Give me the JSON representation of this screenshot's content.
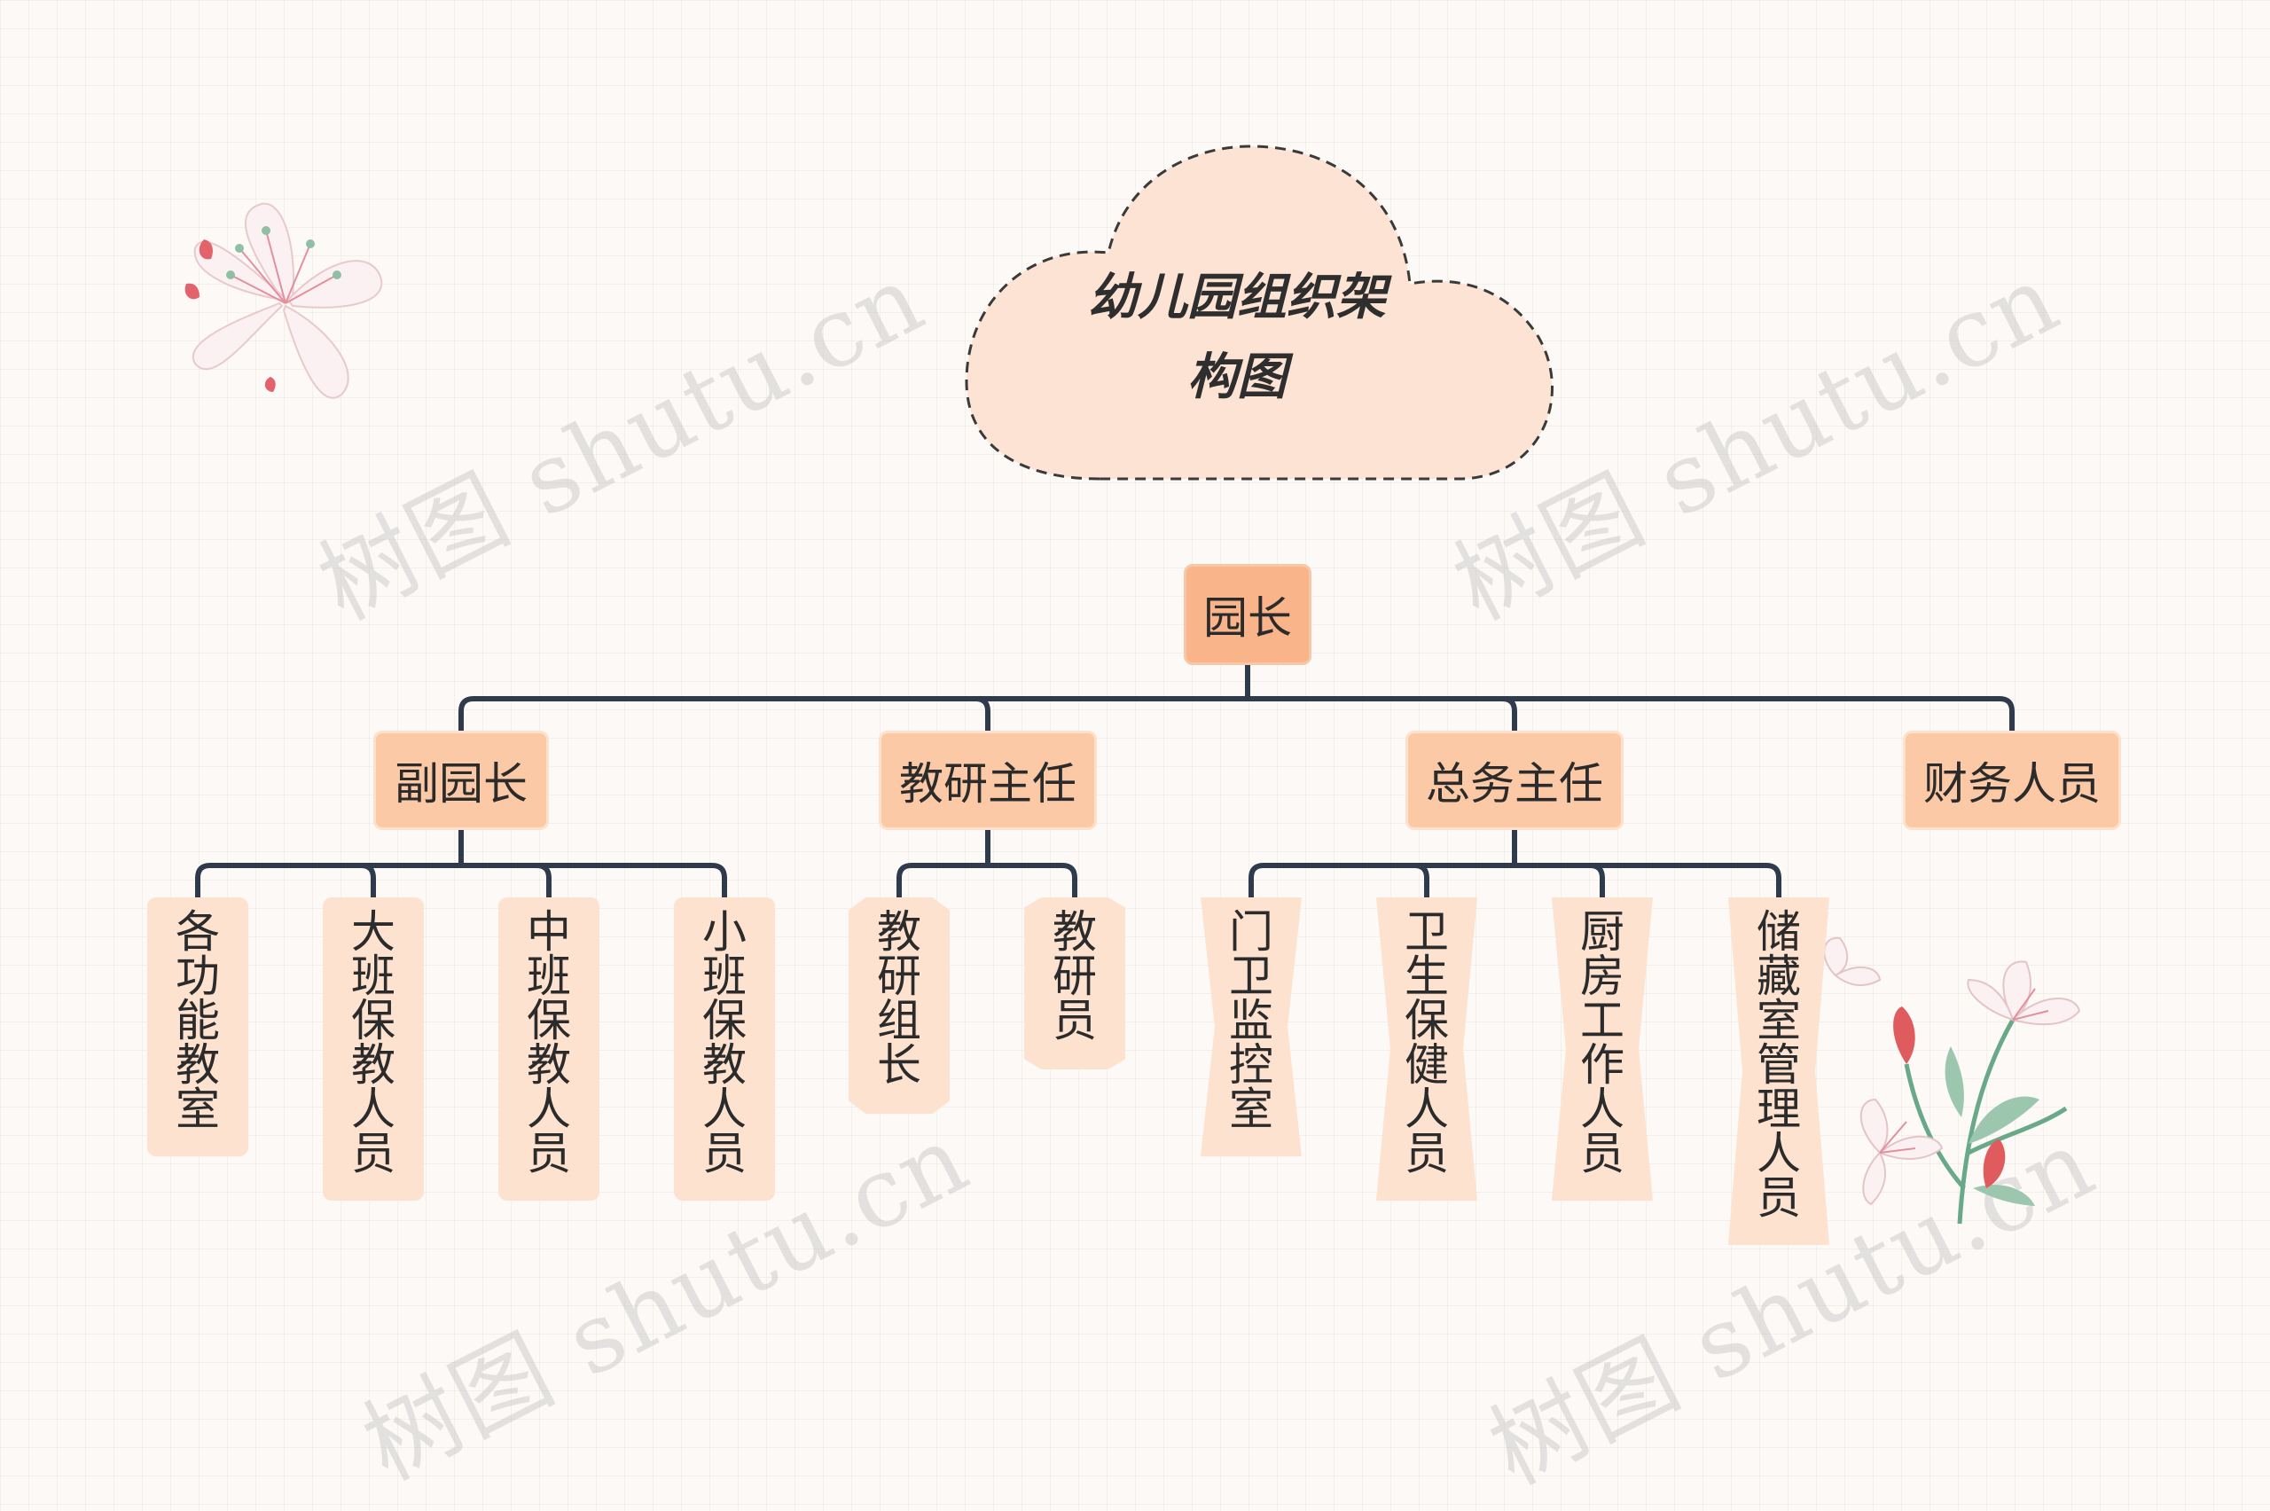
{
  "watermark_text": "树图 shutu.cn",
  "title": "幼儿园组织架构图",
  "root": {
    "label": "园长"
  },
  "departments": [
    {
      "label": "副园长",
      "children": [
        "各功能教室",
        "大班保教人员",
        "中班保教人员",
        "小班保教人员"
      ]
    },
    {
      "label": "教研主任",
      "children": [
        "教研组长",
        "教研员"
      ]
    },
    {
      "label": "总务主任",
      "children": [
        "门卫监控室",
        "卫生保健人员",
        "厨房工作人员",
        "储藏室管理人员"
      ]
    },
    {
      "label": "财务人员",
      "children": []
    }
  ],
  "colors": {
    "root_fill": "#f9b48a",
    "department_fill": "#fcc9a6",
    "leaf_fill": "#fde2d0",
    "cloud_fill": "#fde3d3",
    "connector": "#2f3b4c",
    "background": "#fcf9f6"
  },
  "icons": [
    "lily-flower-icon",
    "lily-bouquet-icon",
    "cloud-shape"
  ]
}
